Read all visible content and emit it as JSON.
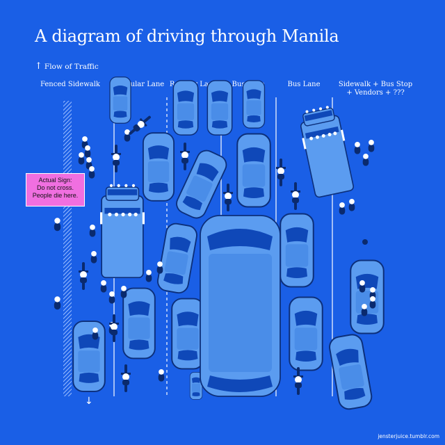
{
  "title": "A diagram of driving through Manila",
  "flow_label": "Flow of Traffic",
  "flow_arrow": "↑",
  "lanes": [
    {
      "label": "Fenced Sidewalk"
    },
    {
      "label": "Regular Lane"
    },
    {
      "label": "Regular Lane"
    },
    {
      "label": "Bus Lane"
    },
    {
      "label": "Bus Lane"
    },
    {
      "label_line1": "Sidewalk + Bus Stop",
      "label_line2": "+ Vendors + ???"
    }
  ],
  "sign": {
    "line1": "Actual Sign:",
    "line2": "Do not cross.",
    "line3": "People die here."
  },
  "down_arrow": "↓",
  "credit": "jensterjuice.tumblr.com",
  "colors": {
    "background": "#1a5fe6",
    "vehicle_body": "#5b9cf0",
    "vehicle_glass": "#0f48b8",
    "outline": "#0c2f7a",
    "person_head": "#ffffff",
    "person_body": "#0a2a6e",
    "sign": "#f06fe0"
  }
}
